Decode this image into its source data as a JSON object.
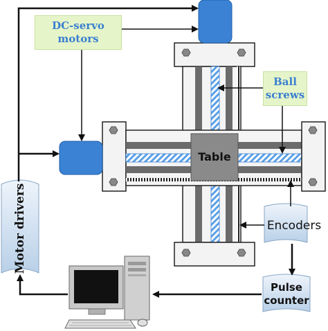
{
  "labels": {
    "dc_servo": "DC-servo motors",
    "ball_screws": "Ball screws",
    "table": "Table",
    "encoders": "Encoders",
    "pulse_counter": "Pulse counter",
    "motor_drivers": "Motor drivers"
  },
  "colors": {
    "callout_fill": "#e6f5c9",
    "callout_text": "#3a7fd0",
    "motor_blue": "#3b82d4",
    "rail_dark": "#6b6b6b",
    "screw_blue": "#5aa0e6",
    "table_gray": "#8a8a8a",
    "box_fill": "#dbe8f4"
  },
  "icons": [
    "computer-icon",
    "arrow-icon",
    "hex-bolt-icon"
  ]
}
